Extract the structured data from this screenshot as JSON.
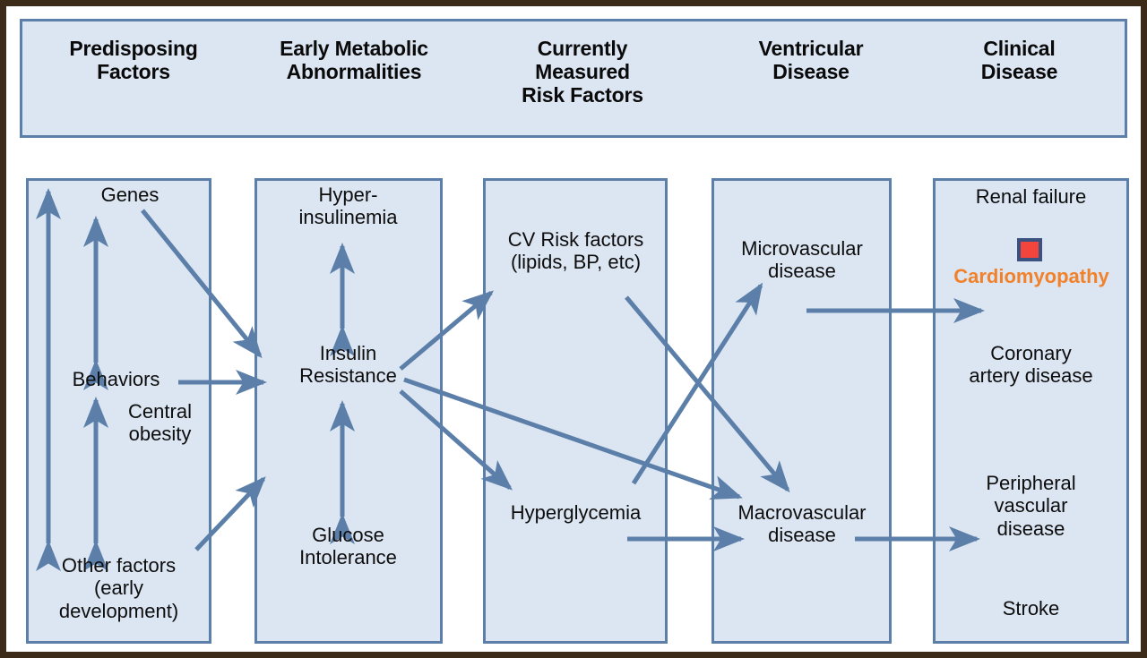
{
  "figure": {
    "title": "Pathophysiologic cascade from predisposing factors to clinical disease",
    "accent_color": "#5b7fa8",
    "panel_fill": "#dce5f2",
    "highlight_color": "#f1812a",
    "marker_color": "#f4453c",
    "marker_border_color": "#3b5280",
    "outer_border_color": "#3d2b19"
  },
  "header": {
    "columns": [
      {
        "id": "predisposing-factors",
        "label": "Predisposing\nFactors",
        "lines": [
          "Predisposing",
          "Factors"
        ]
      },
      {
        "id": "early-metabolic-abnormalities",
        "label": "Early Metabolic\nAbnormalities",
        "lines": [
          "Early Metabolic",
          "Abnormalities"
        ]
      },
      {
        "id": "currently-measured-risk-factors",
        "label": "Currently\nMeasured\nRisk Factors",
        "lines": [
          "Currently",
          "Measured",
          "Risk Factors"
        ]
      },
      {
        "id": "ventricular-disease",
        "label": "Ventricular\nDisease",
        "lines": [
          "Ventricular",
          "Disease"
        ]
      },
      {
        "id": "clinical-disease",
        "label": "Clinical\nDisease",
        "lines": [
          "Clinical",
          "Disease"
        ]
      }
    ]
  },
  "columns": [
    {
      "id": "col-predisposing-factors",
      "nodes": [
        {
          "id": "genes",
          "lines": [
            "Genes"
          ]
        },
        {
          "id": "behaviors",
          "lines": [
            "Behaviors"
          ]
        },
        {
          "id": "central-obesity",
          "lines": [
            "Central",
            "obesity"
          ]
        },
        {
          "id": "other-factors",
          "lines": [
            "Other factors",
            "(early",
            "development)"
          ]
        }
      ]
    },
    {
      "id": "col-early-metabolic-abnormalities",
      "nodes": [
        {
          "id": "hyperinsulinemia",
          "lines": [
            "Hyper-",
            "insulinemia"
          ]
        },
        {
          "id": "insulin-resistance",
          "lines": [
            "Insulin",
            "Resistance"
          ]
        },
        {
          "id": "glucose-intolerance",
          "lines": [
            "Glucose",
            "Intolerance"
          ]
        }
      ]
    },
    {
      "id": "col-currently-measured-risk-factors",
      "nodes": [
        {
          "id": "cv-risk-factors",
          "lines": [
            "CV Risk factors",
            "(lipids, BP, etc)"
          ]
        },
        {
          "id": "hyperglycemia",
          "lines": [
            "Hyperglycemia"
          ]
        }
      ]
    },
    {
      "id": "col-ventricular-disease",
      "nodes": [
        {
          "id": "microvascular-disease",
          "lines": [
            "Microvascular",
            "disease"
          ]
        },
        {
          "id": "macrovascular-disease",
          "lines": [
            "Macrovascular",
            "disease"
          ]
        }
      ]
    },
    {
      "id": "col-clinical-disease",
      "nodes": [
        {
          "id": "renal-failure",
          "lines": [
            "Renal failure"
          ]
        },
        {
          "id": "cardiomyopathy",
          "lines": [
            "Cardiomyopathy"
          ],
          "highlight": true,
          "marker": "red-square-marker"
        },
        {
          "id": "coronary-artery-disease",
          "lines": [
            "Coronary",
            "artery disease"
          ]
        },
        {
          "id": "peripheral-vascular-disease",
          "lines": [
            "Peripheral",
            "vascular",
            "disease"
          ]
        },
        {
          "id": "stroke",
          "lines": [
            "Stroke"
          ]
        }
      ]
    }
  ],
  "nodes_text": {
    "genes": "Genes",
    "behaviors": "Behaviors",
    "central_obesity_l1": "Central",
    "central_obesity_l2": "obesity",
    "other_factors_l1": "Other factors",
    "other_factors_l2": "(early",
    "other_factors_l3": "development)",
    "hyperinsulinemia_l1": "Hyper-",
    "hyperinsulinemia_l2": "insulinemia",
    "insulin_resistance_l1": "Insulin",
    "insulin_resistance_l2": "Resistance",
    "glucose_intolerance_l1": "Glucose",
    "glucose_intolerance_l2": "Intolerance",
    "cv_risk_l1": "CV Risk factors",
    "cv_risk_l2": "(lipids, BP, etc)",
    "hyperglycemia": "Hyperglycemia",
    "microvascular_l1": "Microvascular",
    "microvascular_l2": "disease",
    "macrovascular_l1": "Macrovascular",
    "macrovascular_l2": "disease",
    "renal_failure": "Renal failure",
    "cardiomyopathy": "Cardiomyopathy",
    "coronary_l1": "Coronary",
    "coronary_l2": "artery disease",
    "peripheral_l1": "Peripheral",
    "peripheral_l2": "vascular",
    "peripheral_l3": "disease",
    "stroke": "Stroke"
  },
  "header_text": {
    "h1_l1": "Predisposing",
    "h1_l2": "Factors",
    "h2_l1": "Early Metabolic",
    "h2_l2": "Abnormalities",
    "h3_l1": "Currently",
    "h3_l2": "Measured",
    "h3_l3": "Risk Factors",
    "h4_l1": "Ventricular",
    "h4_l2": "Disease",
    "h5_l1": "Clinical",
    "h5_l2": "Disease"
  },
  "edges": [
    {
      "id": "genes-behaviors",
      "from": "genes",
      "to": "behaviors",
      "style": "double-headed-vertical"
    },
    {
      "id": "genes-other-factors",
      "from": "genes",
      "to": "other-factors",
      "style": "double-headed-vertical"
    },
    {
      "id": "behaviors-other-factors",
      "from": "behaviors",
      "to": "other-factors",
      "style": "double-headed-vertical"
    },
    {
      "id": "genes-insulin-resistance",
      "from": "genes",
      "to": "insulin-resistance",
      "style": "single-arrow"
    },
    {
      "id": "behaviors-insulin-resistance",
      "from": "behaviors",
      "to": "insulin-resistance",
      "style": "single-arrow"
    },
    {
      "id": "other-factors-insulin-resistance",
      "from": "other-factors",
      "to": "insulin-resistance",
      "style": "single-arrow"
    },
    {
      "id": "hyperinsulinemia-insulin-resistance",
      "from": "hyperinsulinemia",
      "to": "insulin-resistance",
      "style": "double-headed-vertical"
    },
    {
      "id": "insulin-resistance-glucose-intolerance",
      "from": "insulin-resistance",
      "to": "glucose-intolerance",
      "style": "double-headed-vertical"
    },
    {
      "id": "insulin-resistance-cv-risk-factors",
      "from": "insulin-resistance",
      "to": "cv-risk-factors",
      "style": "single-arrow"
    },
    {
      "id": "insulin-resistance-hyperglycemia",
      "from": "insulin-resistance",
      "to": "hyperglycemia",
      "style": "single-arrow"
    },
    {
      "id": "insulin-resistance-macrovascular-disease",
      "from": "insulin-resistance",
      "to": "macrovascular-disease",
      "style": "single-arrow"
    },
    {
      "id": "cv-risk-factors-macrovascular-disease",
      "from": "cv-risk-factors",
      "to": "macrovascular-disease",
      "style": "single-arrow"
    },
    {
      "id": "hyperglycemia-microvascular-disease",
      "from": "hyperglycemia",
      "to": "microvascular-disease",
      "style": "single-arrow"
    },
    {
      "id": "hyperglycemia-macrovascular-disease",
      "from": "hyperglycemia",
      "to": "macrovascular-disease",
      "style": "single-arrow"
    },
    {
      "id": "microvascular-disease-cardiomyopathy",
      "from": "microvascular-disease",
      "to": "cardiomyopathy",
      "style": "single-arrow"
    },
    {
      "id": "macrovascular-disease-peripheral-vascular-disease",
      "from": "macrovascular-disease",
      "to": "peripheral-vascular-disease",
      "style": "single-arrow"
    }
  ]
}
